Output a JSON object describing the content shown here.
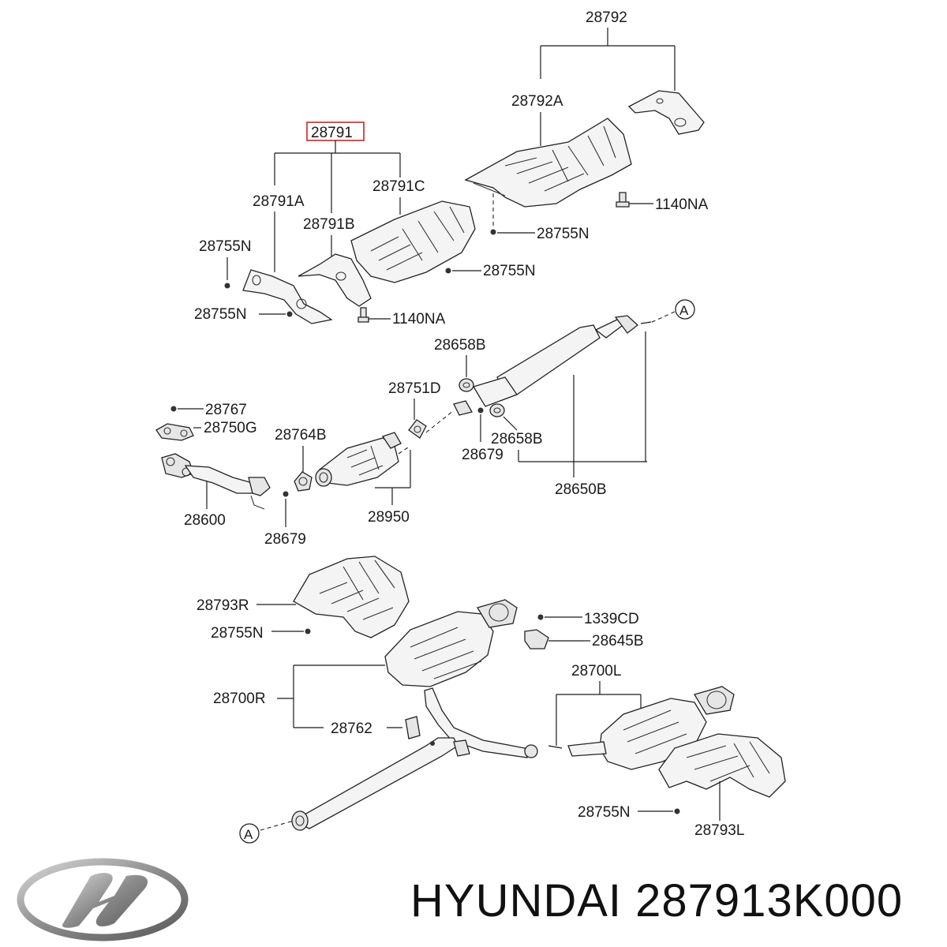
{
  "brand": "HYUNDAI",
  "part_number": "287913K000",
  "labels": {
    "p28792": "28792",
    "p28792A": "28792A",
    "p28791": "28791",
    "p28791C": "28791C",
    "p28791A": "28791A",
    "p28791B": "28791B",
    "p1140NA_a": "1140NA",
    "p28755N_a": "28755N",
    "p28755N_b": "28755N",
    "p28755N_c": "28755N",
    "p28755N_d": "28755N",
    "p1140NA_b": "1140NA",
    "pA_top": "A",
    "p28658B_a": "28658B",
    "p28751D": "28751D",
    "p28767": "28767",
    "p28750G": "28750G",
    "p28764B": "28764B",
    "p28679_a": "28679",
    "p28658B_b": "28658B",
    "p28600": "28600",
    "p28950": "28950",
    "p28650B": "28650B",
    "p28679_b": "28679",
    "p28793R": "28793R",
    "p1339CD": "1339CD",
    "p28755N_e": "28755N",
    "p28645B": "28645B",
    "p28700L": "28700L",
    "p28700R": "28700R",
    "p28762": "28762",
    "p28755N_f": "28755N",
    "p28793L": "28793L",
    "pA_bottom": "A"
  },
  "highlight_color": "#d62020"
}
